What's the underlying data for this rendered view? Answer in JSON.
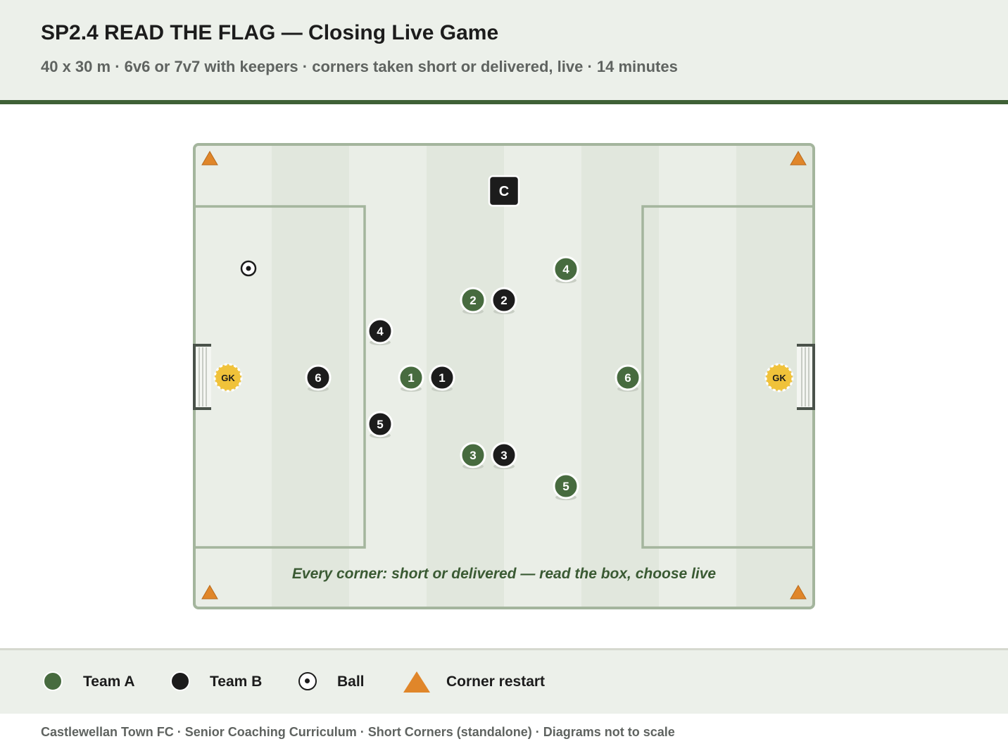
{
  "header": {
    "title": "SP2.4 READ THE FLAG — Closing Live Game",
    "subtitle": "40 x 30 m · 6v6 or 7v7 with keepers · corners taken short or delivered, live · 14 minutes"
  },
  "colors": {
    "team_a": "#476b3f",
    "team_b": "#1c1c1c",
    "keeper": "#f0c23a",
    "cone": "#e0862a",
    "pitch_line": "#a4b59d",
    "accent": "#3f6136"
  },
  "pitch": {
    "coach_label": "C",
    "caption": "Every corner: short or delivered — read the box, choose live",
    "keeper_label": "GK",
    "team_a_players": [
      "1",
      "2",
      "3",
      "4",
      "5",
      "6"
    ],
    "team_b_players": [
      "1",
      "2",
      "3",
      "4",
      "5",
      "6"
    ]
  },
  "legend": {
    "team_a": {
      "label": "Team A",
      "icon": "team-a-dot-icon"
    },
    "team_b": {
      "label": "Team B",
      "icon": "team-b-dot-icon"
    },
    "ball": {
      "label": "Ball",
      "icon": "ball-icon"
    },
    "cone": {
      "label": "Corner restart",
      "icon": "cone-icon"
    }
  },
  "footer": "Castlewellan Town FC · Senior Coaching Curriculum · Short Corners (standalone) · Diagrams not to scale"
}
